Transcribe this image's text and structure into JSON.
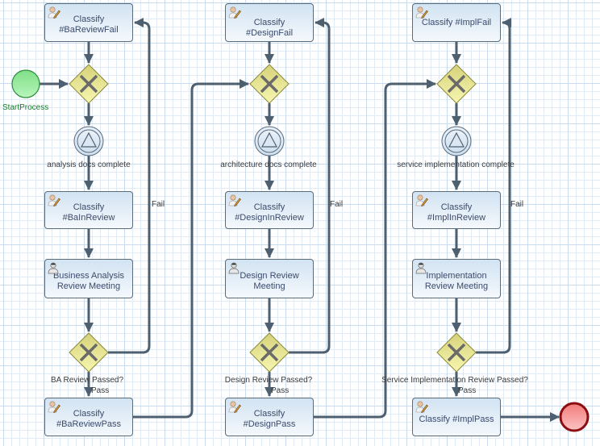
{
  "diagram": {
    "type": "bpmn-process",
    "colors": {
      "connector": "#4e5f70",
      "task_fill_top": "#d2e3f2",
      "task_fill_bottom": "#f4f8fc",
      "gateway_fill": "#e6e48f",
      "start_fill": "#8fe68f",
      "start_stroke": "#2e8b3e",
      "end_fill": "#f58a8a",
      "end_stroke": "#8b0f12",
      "label_start": "#1a7a2a"
    },
    "start_event": {
      "label": "StartProcess",
      "icon": "start-event-icon"
    },
    "end_event": {
      "icon": "end-event-icon"
    },
    "columns": [
      {
        "fail_task": "Classify #BaReviewFail",
        "event_label": "analysis docs complete",
        "in_review_task": "Classify #BaInReview",
        "meeting_task": "Business Analysis Review Meeting",
        "decision_label": "BA Review Passed?",
        "fail_label": "Fail",
        "pass_label": "Pass",
        "pass_task": "Classify #BaReviewPass"
      },
      {
        "fail_task": "Classify #DesignFail",
        "event_label": "architecture docs complete",
        "in_review_task": "Classify #DesignInReview",
        "meeting_task": "Design Review Meeting",
        "decision_label": "Design Review Passed?",
        "fail_label": "Fail",
        "pass_label": "Pass",
        "pass_task": "Classify #DesignPass"
      },
      {
        "fail_task": "Classify #ImplFail",
        "event_label": "service implementation complete",
        "in_review_task": "Classify #ImplInReview",
        "meeting_task": "Implementation Review Meeting",
        "decision_label": "Service Implementation Review Passed?",
        "fail_label": "Fail",
        "pass_label": "Pass",
        "pass_task": "Classify #ImplPass"
      }
    ],
    "icons": {
      "script_task": "user-pencil-icon",
      "user_task": "user-icon",
      "gateway": "exclusive-gateway-x-icon",
      "signal_event": "signal-triangle-icon"
    }
  }
}
